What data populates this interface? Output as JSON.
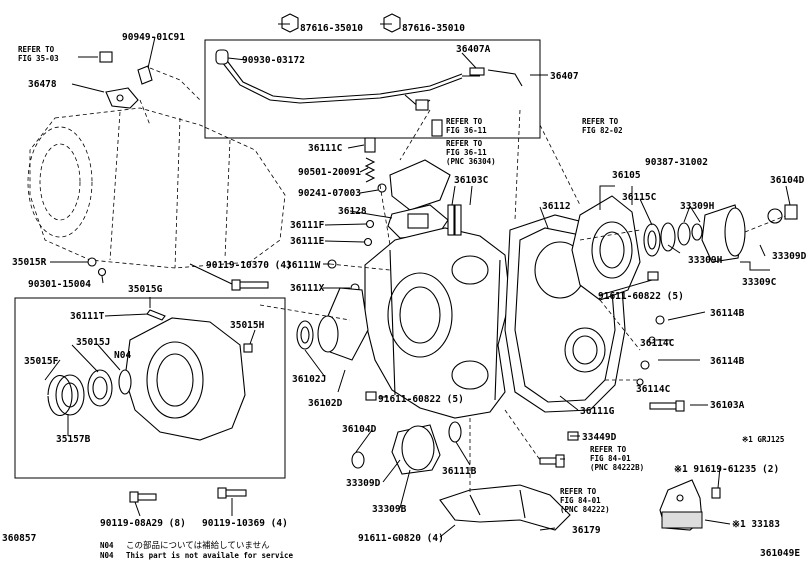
{
  "labels": {
    "p_90949": "90949-01C91",
    "p_87616a": "87616-35010",
    "p_87616b": "87616-35010",
    "refer_3503": [
      "REFER TO",
      "FIG 35-03"
    ],
    "p_90930": "90930-03172",
    "p_36407A": "36407A",
    "p_36478": "36478",
    "p_36407": "36407",
    "p_36111C": "36111C",
    "refer_3611a": [
      "REFER TO",
      "FIG 36-11"
    ],
    "refer_3611b": [
      "REFER TO",
      "FIG 36-11",
      "(PNC 36304)"
    ],
    "refer_8202": [
      "REFER TO",
      "FIG 82-02"
    ],
    "p_90387": "90387-31002",
    "p_90501": "90501-20091",
    "p_36105": "36105",
    "p_36104D_top": "36104D",
    "p_90241": "90241-07003",
    "p_36103C": "36103C",
    "p_36115C": "36115C",
    "p_33309H_a": "33309H",
    "p_36128": "36128",
    "p_36112": "36112",
    "p_36111F": "36111F",
    "p_36111E": "36111E",
    "p_33309D_right": "33309D",
    "p_33309H_b": "33309H",
    "p_35015R": "35015R",
    "p_90119_10370": "90119-10370 (4)",
    "p_36111W": "36111W",
    "p_33309C": "33309C",
    "p_90301": "90301-15004",
    "p_35015G": "35015G",
    "p_36111X": "36111X",
    "p_91611_60822a": "91611-60822 (5)",
    "p_36114B_a": "36114B",
    "p_36111T": "36111T",
    "p_35015H": "35015H",
    "p_36114C_a": "36114C",
    "p_35015J": "35015J",
    "p_N04": "N04",
    "p_36114B_b": "36114B",
    "p_35015F": "35015F",
    "p_36102J": "36102J",
    "p_36114C_b": "36114C",
    "p_91611_60822b": "91611-60822 (5)",
    "p_36102D": "36102D",
    "p_36103A": "36103A",
    "p_35157B": "35157B",
    "p_36111G": "36111G",
    "p_36104D_bottom": "36104D",
    "p_33449D": "33449D",
    "refer_8401a": [
      "REFER TO",
      "FIG 84-01",
      "(PNC 84222B)"
    ],
    "p_note_1": "※1 GRJ125",
    "p_33309D_bottom": "33309D",
    "p_36111B": "36111B",
    "p_91619": "※1 91619-61235 (2)",
    "p_33309B": "33309B",
    "refer_8401b": [
      "REFER TO",
      "FIG 84-01",
      "(PNC 84222)"
    ],
    "p_90119_08A29": "90119-08A29 (8)",
    "p_90119_10369": "90119-10369 (4)",
    "p_33183": "※1 33183",
    "p_91611_G0820": "91611-G0820 (4)",
    "p_36179": "36179",
    "fig_left": "360857",
    "fig_right": "361049E",
    "foot_jp_code": "N04",
    "foot_jp": "この部品については補給していません",
    "foot_en_code": "N04",
    "foot_en": "This part is not availale for service"
  }
}
